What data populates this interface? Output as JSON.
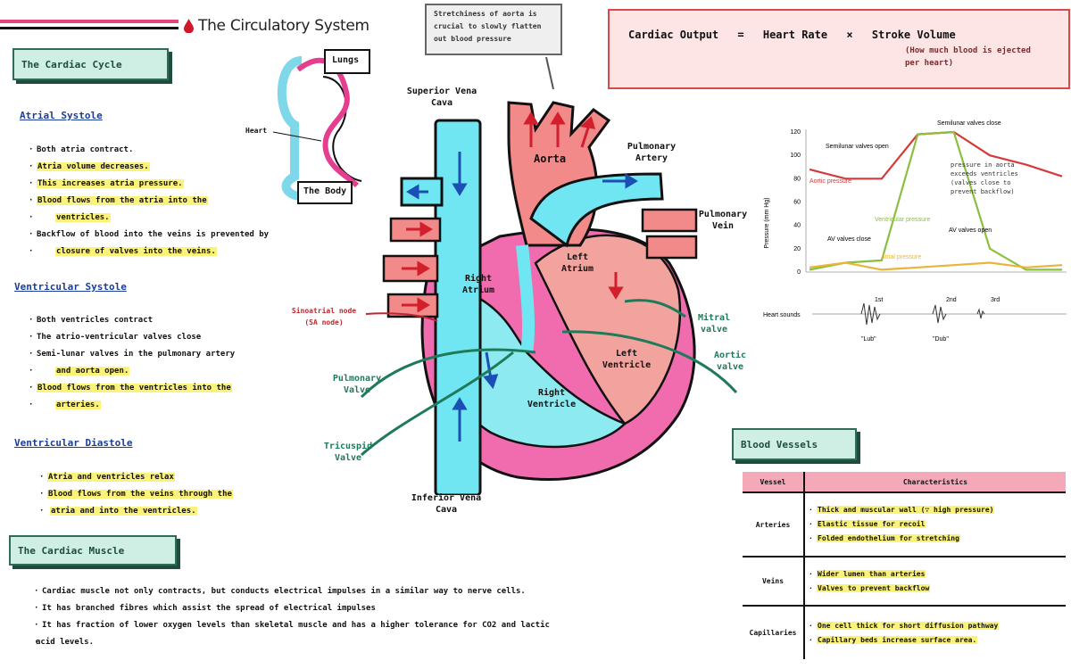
{
  "title": "The Circulatory System",
  "cardiac_cycle": {
    "heading": "The Cardiac Cycle",
    "atrial_systole": {
      "heading": "Atrial Systole",
      "points": [
        "Both atria contract.",
        "Atria volume decreases.",
        "This increases atria pressure.",
        "Blood flows from the atria into the",
        "ventricles.",
        "Backflow of blood into the veins is prevented by",
        "closure of valves into the veins."
      ]
    },
    "ventricular_systole": {
      "heading": "Ventricular Systole",
      "points": [
        "Both ventricles contract",
        "The atrio-ventricular valves close",
        "Semi-lunar valves in the pulmonary artery",
        "and aorta open.",
        "Blood flows from the ventricles into the",
        "arteries."
      ]
    },
    "ventricular_diastole": {
      "heading": "Ventricular Diastole",
      "points": [
        "Atria and ventricles relax",
        "Blood flows from the veins through the",
        "atria and into the ventricles."
      ]
    }
  },
  "cardiac_muscle": {
    "heading": "The Cardiac Muscle",
    "points": [
      "Cardiac muscle not only contracts, but conducts electrical impulses in a similar way to nerve cells.",
      "It has branched fibres which assist the spread of electrical impulses",
      "It has fraction of lower oxygen levels than skeletal muscle and has a higher tolerance for CO2 and lactic",
      "acid levels."
    ]
  },
  "cardiac_output": {
    "lhs": "Cardiac Output",
    "eq": "=",
    "hr": "Heart Rate",
    "times": "×",
    "sv": "Stroke Volume",
    "note": "(How much blood is ejected per heart)"
  },
  "callout_aorta": "Stretchiness of aorta is crucial to slowly flatten out blood pressure",
  "circulation_mini": {
    "lungs": "Lungs",
    "heart": "Heart",
    "body": "The Body"
  },
  "heart_labels": {
    "svc": "Superior Vena Cava",
    "aorta": "Aorta",
    "pa": "Pulmonary Artery",
    "pv": "Pulmonary Vein",
    "ra": "Right Atrium",
    "la": "Left Atrium",
    "lv": "Left Ventricle",
    "rv": "Right Ventricle",
    "ivc": "Inferior Vena Cava",
    "sa": "Sinoatrial node (SA node)",
    "mitral": "Mitral valve",
    "aortic": "Aortic valve",
    "pulm_valve": "Pulmonary Valve",
    "tricuspid": "Tricuspid Valve"
  },
  "pressure_graph": {
    "ylabel": "Pressure (mm Hg)",
    "yticks": [
      "120",
      "100",
      "80",
      "60",
      "40",
      "20",
      "0"
    ],
    "labels": {
      "semilunar_open": "Semilunar valves open",
      "semilunar_close": "Semilunar valves close",
      "aortic": "Aortic pressure",
      "ventricular": "Ventricular pressure",
      "atrial": "Atrial pressure",
      "av_close": "AV valves close",
      "av_open": "AV valves open",
      "note": "pressure in aorta exceeds ventricles (valves close to prevent backflow)"
    },
    "sounds": {
      "label": "Heart sounds",
      "s1": "1st",
      "s2": "2nd",
      "s3": "3rd",
      "lub": "\"Lub\"",
      "dub": "\"Dub\""
    }
  },
  "chart_data": {
    "type": "line",
    "ylabel": "Pressure (mm Hg)",
    "ylim": [
      0,
      120
    ],
    "series": [
      {
        "name": "Aortic pressure",
        "values": [
          88,
          80,
          80,
          118,
          120,
          100,
          92,
          82
        ]
      },
      {
        "name": "Ventricular pressure",
        "values": [
          2,
          8,
          10,
          118,
          120,
          20,
          2,
          2
        ]
      },
      {
        "name": "Atrial pressure",
        "values": [
          4,
          8,
          2,
          4,
          6,
          8,
          4,
          6
        ]
      }
    ]
  },
  "blood_vessels": {
    "heading": "Blood Vessels",
    "headers": {
      "vessel": "Vessel",
      "char": "Characteristics"
    },
    "rows": [
      {
        "vessel": "Arteries",
        "items": [
          "Thick and muscular wall (∵ high pressure)",
          "Elastic tissue for recoil",
          "Folded endothelium for stretching"
        ]
      },
      {
        "vessel": "Veins",
        "items": [
          "Wider lumen than arteries",
          "Valves to prevent backflow"
        ]
      },
      {
        "vessel": "Capillaries",
        "items": [
          "One cell thick for short diffusion pathway",
          "Capillary beds increase surface area."
        ]
      }
    ]
  },
  "colors": {
    "pink": "#f06cae",
    "cyan": "#6fe6f2",
    "red": "#f08b8b",
    "green": "#2f6b58",
    "highlight": "#fbf27a"
  }
}
